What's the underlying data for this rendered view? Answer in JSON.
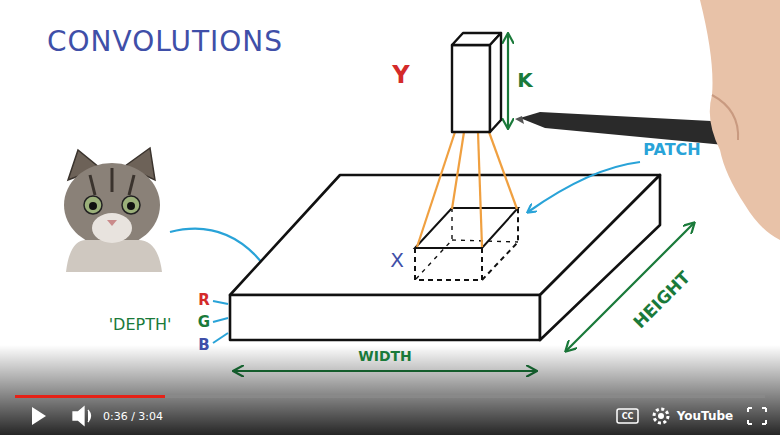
{
  "diagram": {
    "title": "CONVOLUTIONS",
    "labels": [
      "Y",
      "K",
      "PATCH",
      "X",
      "R",
      "G",
      "B",
      "'DEPTH'",
      "WIDTH",
      "HEIGHT",
      "0:36 / 3:04",
      "CC",
      "YouTube"
    ]
  }
}
